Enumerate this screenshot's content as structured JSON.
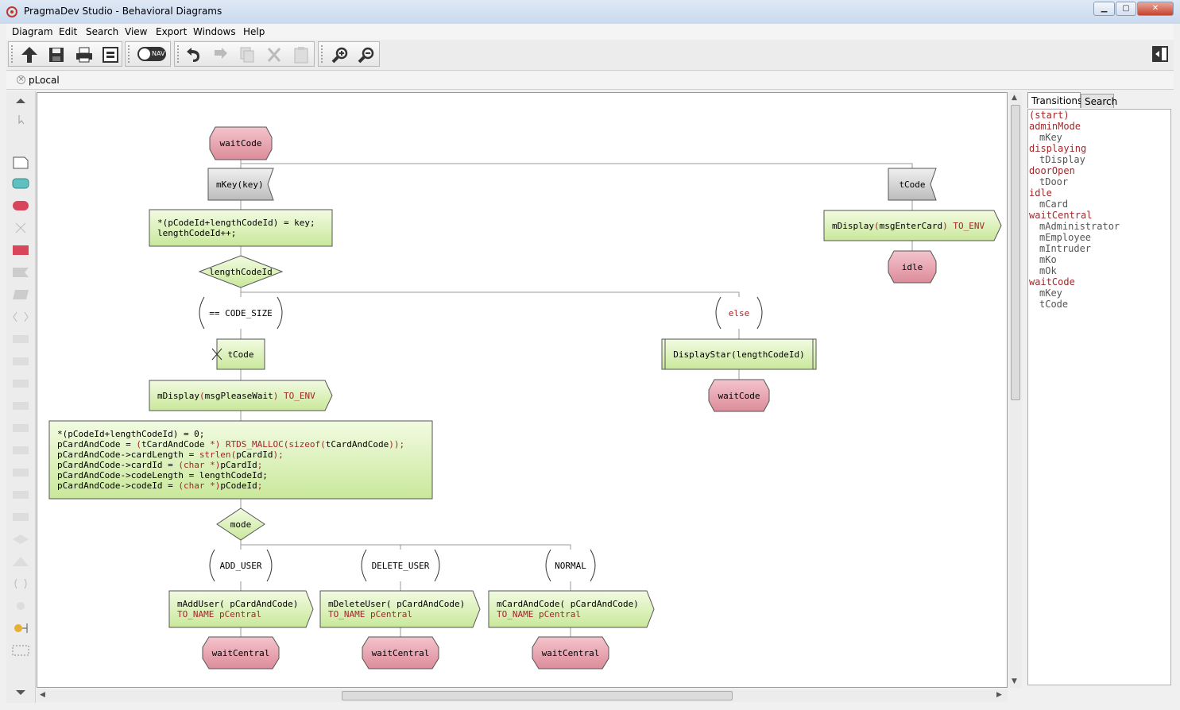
{
  "window": {
    "title": "PragmaDev Studio - Behavioral Diagrams"
  },
  "menu": [
    "Diagram",
    "Edit",
    "Search",
    "View",
    "Export",
    "Windows",
    "Help"
  ],
  "toolbar_icons": [
    "up-arrow-icon",
    "save-icon",
    "print-icon",
    "export-icon",
    "nav-toggle-icon",
    "undo-icon",
    "redo-icon",
    "copy-icon",
    "cut-icon",
    "paste-icon",
    "zoom-in-icon",
    "zoom-out-icon",
    "side-panel-icon"
  ],
  "nav_label": "NAV",
  "tab": {
    "label": "pLocal"
  },
  "diagram": {
    "start_state": "waitCode",
    "input_mkey": "mKey(key)",
    "task1": [
      "*(pCodeId+lengthCodeId) = key;",
      "lengthCodeId++;"
    ],
    "decision1": "lengthCodeId",
    "branch_code_size": "== CODE_SIZE",
    "timer_reset": "tCode",
    "output_please_wait": "mDisplay(msgPleaseWait) TO_ENV",
    "task2": [
      "*(pCodeId+lengthCodeId) = 0;",
      "pCardAndCode = (tCardAndCode *) RTDS_MALLOC(sizeof(tCardAndCode));",
      "pCardAndCode->cardLength = strlen(pCardId);",
      "pCardAndCode->cardId     = (char *)pCardId;",
      "pCardAndCode->codeLength = lengthCodeId;",
      "pCardAndCode->codeId     = (char *)pCodeId;"
    ],
    "decision2": "mode",
    "branch_add": "ADD_USER",
    "branch_delete": "DELETE_USER",
    "branch_normal": "NORMAL",
    "output_add": [
      "mAddUser( pCardAndCode)",
      "TO_NAME pCentral"
    ],
    "output_delete": [
      "mDeleteUser( pCardAndCode)",
      "TO_NAME pCentral"
    ],
    "output_normal": [
      "mCardAndCode( pCardAndCode)",
      "TO_NAME pCentral"
    ],
    "next_add": "waitCentral",
    "next_delete": "waitCentral",
    "next_normal": "waitCentral",
    "branch_else": "else",
    "proc_display_star": "DisplayStar(lengthCodeId)",
    "next_else": "waitCode",
    "input_tcode": "tCode",
    "output_enter_card": "mDisplay(msgEnterCard) TO_ENV",
    "next_tcode": "idle"
  },
  "right_panel": {
    "tabs": [
      "Transitions",
      "Search"
    ],
    "active_tab": "Transitions",
    "items": [
      {
        "kind": "state",
        "label": "(start)"
      },
      {
        "kind": "state",
        "label": "adminMode"
      },
      {
        "kind": "msg",
        "label": "mKey"
      },
      {
        "kind": "state",
        "label": "displaying"
      },
      {
        "kind": "msg",
        "label": "tDisplay"
      },
      {
        "kind": "state",
        "label": "doorOpen"
      },
      {
        "kind": "msg",
        "label": "tDoor"
      },
      {
        "kind": "state",
        "label": "idle"
      },
      {
        "kind": "msg",
        "label": "mCard"
      },
      {
        "kind": "state",
        "label": "waitCentral"
      },
      {
        "kind": "msg",
        "label": "mAdministrator"
      },
      {
        "kind": "msg",
        "label": "mEmployee"
      },
      {
        "kind": "msg",
        "label": "mIntruder"
      },
      {
        "kind": "msg",
        "label": "mKo"
      },
      {
        "kind": "msg",
        "label": "mOk"
      },
      {
        "kind": "state",
        "label": "waitCode"
      },
      {
        "kind": "msg",
        "label": "mKey"
      },
      {
        "kind": "msg",
        "label": "tCode"
      }
    ]
  },
  "colors": {
    "state_fill": "#e9a4b0",
    "task_fill": "#d9f0b4",
    "keyword": "#a0282a",
    "input_fill": "#d4d4d4"
  }
}
